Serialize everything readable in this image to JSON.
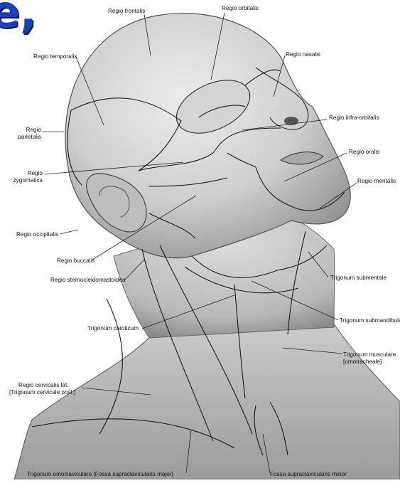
{
  "fragment_text": "e,",
  "labels": {
    "frontalis": "Regio frontalis",
    "orbitalis": "Regio orbitalis",
    "temporalis": "Regio temporalis",
    "nasalis": "Regio nasalis",
    "parietalis_1": "Regio",
    "parietalis_2": "parietalis",
    "infraorbitalis": "Regio infra-orbitalis",
    "oralis": "Regio oralis",
    "zygomatica_1": "Regio",
    "zygomatica_2": "zygomatica",
    "mentalis": "Regio mentalis",
    "occipitalis": "Regio occipitalis",
    "buccalis": "Regio buccalis",
    "sternocleidomastoidea": "Regio sternocleidomastoidea",
    "submentale": "Trigonum submentale",
    "submandibulare": "Trigonum submandibulare",
    "caroticum": "Trigonum caroticum",
    "musculare_1": "Trigonum musculare",
    "musculare_2": "[omotracheale]",
    "cervicalis_1": "Regio cervicalis lat.",
    "cervicalis_2": "[Trigonum cervicale post.]",
    "omoclaviculare": "Trigonum omoclaviculare [Fossa supraclavicularis major]",
    "supraclavicularis_minor": "Fossa supraclavicularis minor"
  },
  "colors": {
    "fragment": "#1f3fb4",
    "skin_light": "#e4e4e4",
    "skin_dark": "#8a8a8a",
    "line": "#1a1a1a"
  }
}
